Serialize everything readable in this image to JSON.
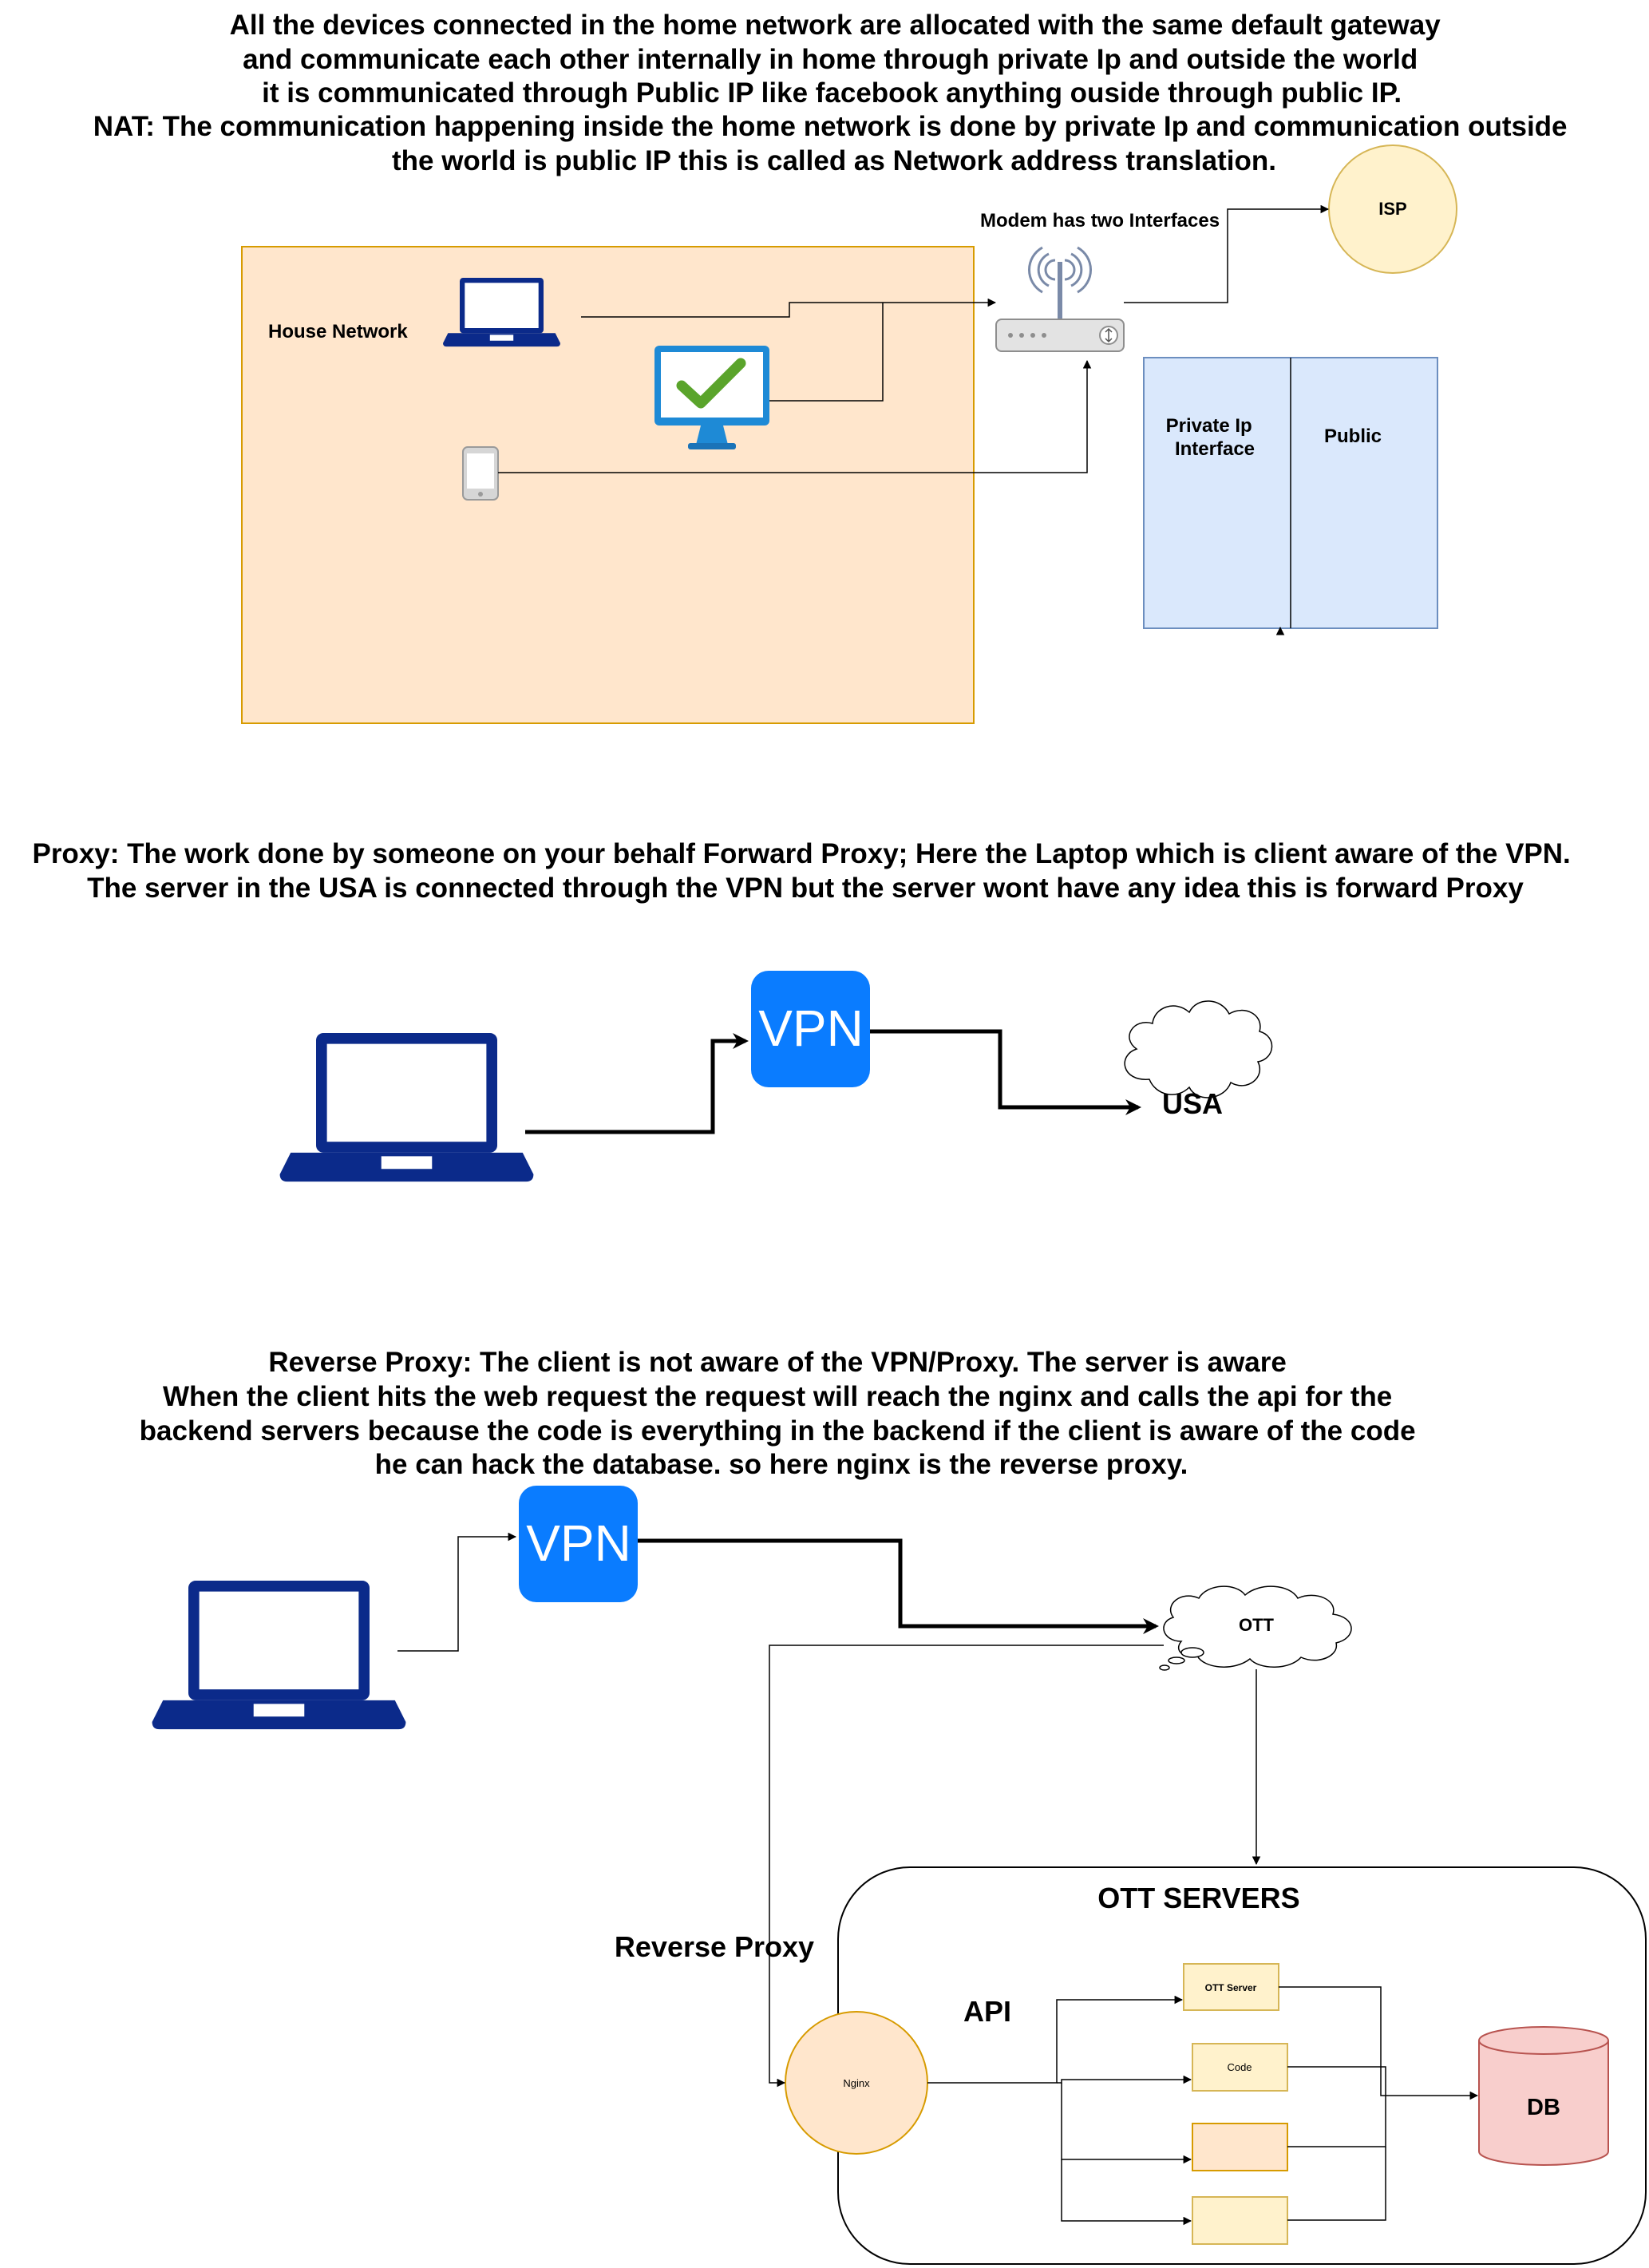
{
  "section1": {
    "intro_lines": [
      "All the devices connected in the home network are allocated with the same default gateway",
      "and communicate each other internally in home through private Ip and outside the world",
      "it is communicated through Public IP like facebook anything ouside through public IP.",
      "NAT:  The communication happening inside the home network is done by private Ip and communication outside",
      "the world is public IP this is called as Network address translation."
    ],
    "house_network_label": "House Network",
    "modem_label": "Modem has two Interfaces",
    "isp_label": "ISP",
    "private_interface_lines": [
      "Private Ip",
      "Interface"
    ],
    "public_label": "Public"
  },
  "section2": {
    "heading_lines": [
      "Proxy: The work done by someone on your behalf Forward Proxy; Here the Laptop which is client aware of the VPN.",
      "The server in the USA is connected through the VPN but the server wont have any idea this is forward Proxy"
    ],
    "vpn_label": "VPN",
    "cloud_label": "USA"
  },
  "section3": {
    "heading_lines": [
      "Reverse Proxy: The client is not aware of the VPN/Proxy. The server is aware",
      "When the client hits the web request the request will reach the nginx and calls the api for the",
      "backend servers because the code is everything in the backend if the client is aware of the code",
      "he can hack the database. so here nginx is the reverse proxy."
    ],
    "vpn_label": "VPN",
    "cloud_label": "OTT",
    "servers_title": "OTT SERVERS",
    "reverse_proxy_label": "Reverse Proxy",
    "api_label": "API",
    "nginx_label": "Nginx",
    "boxes": [
      "OTT Server",
      "Code",
      "",
      ""
    ],
    "db_label": "DB"
  },
  "colors": {
    "house_fill": "#ffe6cc",
    "house_stroke": "#d79b00",
    "isp_fill": "#fff2cc",
    "interface_fill": "#dae8fc",
    "interface_stroke": "#6c8ebf",
    "vpn_blue": "#0a7cff",
    "laptop_navy": "#0b2a8a",
    "db_fill": "#f8cecc",
    "db_stroke": "#b85450"
  },
  "icons": [
    "laptop-icon",
    "monitor-check-icon",
    "phone-icon",
    "wifi-router-icon",
    "vpn-icon",
    "cloud-icon",
    "database-icon"
  ]
}
